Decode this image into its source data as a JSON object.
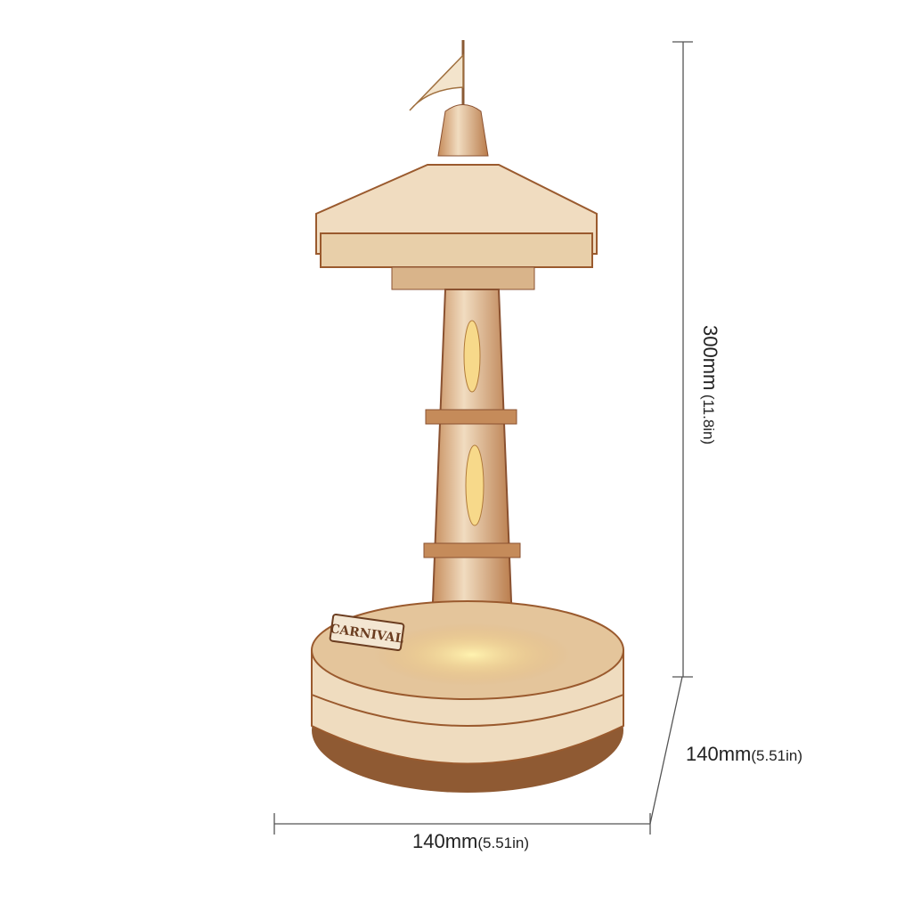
{
  "product": {
    "sign_text": "CARNIVAL",
    "colors": {
      "wood": "#e9d2b2",
      "wood_dark": "#9a5a2e",
      "canopy_red": "#cf2a2a",
      "canopy_white": "#f7ede0"
    }
  },
  "dimensions": {
    "height": {
      "metric": "300mm",
      "imperial": "(11.8in)"
    },
    "depth": {
      "metric": "140mm",
      "imperial": "(5.51in)"
    },
    "width": {
      "metric": "140mm",
      "imperial": "(5.51in)"
    }
  }
}
